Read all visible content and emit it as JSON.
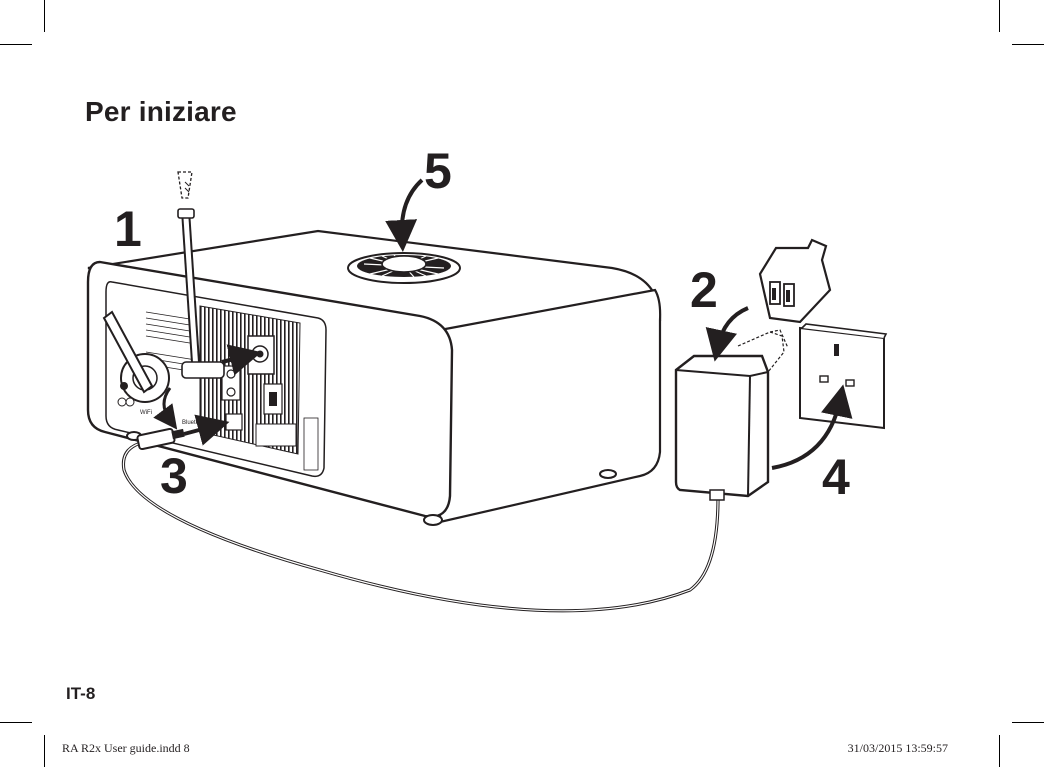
{
  "page": {
    "title": "Per iniziare",
    "page_number": "IT-8",
    "footer_left": "RA R2x User guide.indd   8",
    "footer_right": "31/03/2015   13:59:57"
  },
  "illustration": {
    "steps": [
      "1",
      "2",
      "3",
      "4",
      "5"
    ],
    "rear_panel_labels": {
      "wifi": "WiFi",
      "bluetooth": "Bluetooth"
    }
  }
}
